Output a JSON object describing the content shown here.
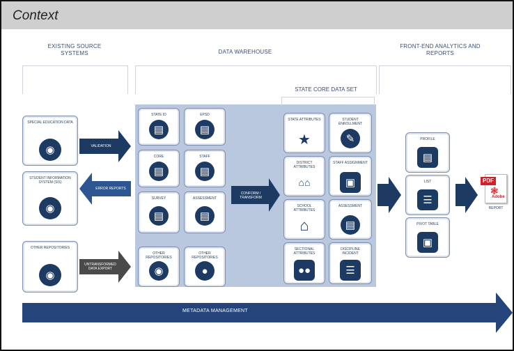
{
  "header": {
    "title": "Context"
  },
  "columns": {
    "source": "EXISTING SOURCE SYSTEMS",
    "warehouse": "DATA WAREHOUSE",
    "frontend": "FRONT-END ANALYTICS AND REPORTS"
  },
  "state_core": "STATE CORE DATA SET",
  "source_cards": [
    {
      "label": "SPECIAL EDUCATION DATA",
      "icon": "network-icon"
    },
    {
      "label": "STUDENT INFORMATION SYSTEM (SIS)",
      "icon": "network-icon"
    },
    {
      "label": "OTHER REPOSITORIES",
      "icon": "network-icon"
    }
  ],
  "flow_arrows": {
    "validation": "VALIDATION",
    "error_reports": "ERROR REPORTS",
    "untransformed": "UNTRANSFORMED DATA EXPORT",
    "conform": "CONFORM / TRANSFORM"
  },
  "warehouse_cards": [
    {
      "label": "STATE ID",
      "icon": "database-icon"
    },
    {
      "label": "EPSD",
      "icon": "database-icon"
    },
    {
      "label": "CORE",
      "icon": "database-icon"
    },
    {
      "label": "STAFF",
      "icon": "database-icon"
    },
    {
      "label": "SURVEY",
      "icon": "database-icon"
    },
    {
      "label": "ASSESSMENT",
      "icon": "database-icon"
    },
    {
      "label": "OTHER REPOSITORIES",
      "icon": "network-icon"
    },
    {
      "label": "OTHER REPOSITORIES",
      "icon": "node-icon"
    }
  ],
  "state_cards": [
    {
      "label": "STATE ATTRIBUTES",
      "icon": "texas-icon"
    },
    {
      "label": "STUDENT ENROLLMENT",
      "icon": "pencil-icon"
    },
    {
      "label": "DISTRICT ATTRIBUTES",
      "icon": "houses-icon"
    },
    {
      "label": "STAFF ASSIGNMENT",
      "icon": "teacher-icon"
    },
    {
      "label": "SCHOOL ATTRIBUTES",
      "icon": "house-icon"
    },
    {
      "label": "ASSESSMENT",
      "icon": "database-icon"
    },
    {
      "label": "SECTIONAL ATTRIBUTES",
      "icon": "people-icon"
    },
    {
      "label": "DISCIPLINE INCIDENT",
      "icon": "checklist-icon"
    }
  ],
  "report_cards": [
    {
      "label": "PROFILE",
      "icon": "folder-icon"
    },
    {
      "label": "LIST",
      "icon": "document-icon"
    },
    {
      "label": "PIVOT TABLE",
      "icon": "presenter-icon"
    }
  ],
  "pdf": {
    "badge": "PDF",
    "brand": "Adobe",
    "caption": "REPORT"
  },
  "metadata": "METADATA MANAGEMENT",
  "colors": {
    "navy": "#1d3a63",
    "warehouse_bg": "#b9c7df",
    "header_bg": "#cfcfcf",
    "pdf_red": "#d0202a"
  }
}
